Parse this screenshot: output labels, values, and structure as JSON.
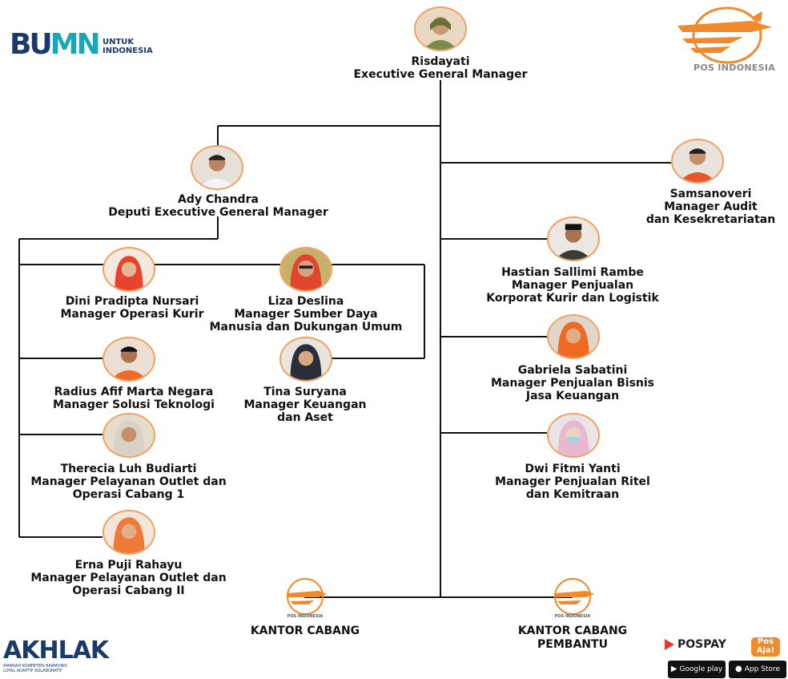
{
  "brand": {
    "bumn": {
      "prefix": "BU",
      "suffix": "MN",
      "tagline_1": "UNTUK",
      "tagline_2": "INDONESIA"
    },
    "pos_indonesia": "POS INDONESIA",
    "akhlak": {
      "title": "AKHLAK",
      "values_1": "AMANAH KOMPETEN HARMONIS",
      "values_2": "LOYAL ADAPTIF KOLABORATIF"
    },
    "pospay": "POSPAY",
    "posaja": {
      "line1": "Pos",
      "line2": "Aja!"
    },
    "google_play": "Google play",
    "app_store": "App Store"
  },
  "org": {
    "egm": {
      "name": "Risdayati",
      "title": "Executive General Manager"
    },
    "deputy": {
      "name": "Ady Chandra",
      "title": "Deputi Executive General Manager"
    },
    "dini": {
      "name": "Dini Pradipta Nursari",
      "title_1": "Manager Operasi Kurir"
    },
    "liza": {
      "name": "Liza Deslina",
      "title_1": "Manager Sumber Daya",
      "title_2": "Manusia dan Dukungan Umum"
    },
    "radius": {
      "name": "Radius Afif Marta Negara",
      "title_1": "Manager Solusi Teknologi"
    },
    "tina": {
      "name": "Tina Suryana",
      "title_1": "Manager Keuangan",
      "title_2": "dan Aset"
    },
    "therecia": {
      "name": "Therecia Luh Budiarti",
      "title_1": "Manager Pelayanan Outlet dan",
      "title_2": "Operasi Cabang 1"
    },
    "erna": {
      "name": "Erna Puji Rahayu",
      "title_1": "Manager Pelayanan Outlet dan",
      "title_2": "Operasi Cabang II"
    },
    "samsanoveri": {
      "name": "Samsanoveri",
      "title_1": "Manager Audit",
      "title_2": "dan Kesekretariatan"
    },
    "hastian": {
      "name": "Hastian Sallimi Rambe",
      "title_1": "Manager Penjualan",
      "title_2": "Korporat Kurir  dan Logistik"
    },
    "gabriela": {
      "name": "Gabriela Sabatini",
      "title_1": "Manager Penjualan Bisnis",
      "title_2": "Jasa Keuangan"
    },
    "dwi": {
      "name": "Dwi Fitmi Yanti",
      "title_1": "Manager Penjualan Ritel",
      "title_2": "dan Kemitraan"
    },
    "kantor_cabang": {
      "label": "KANTOR CABANG",
      "logo_text": "POS INDONESIA"
    },
    "kantor_pembantu": {
      "label_1": "KANTOR  CABANG",
      "label_2": "PEMBANTU",
      "logo_text": "POS INDONESIA"
    }
  },
  "colors": {
    "line": "#111111",
    "avatar_ring": "#f0a060",
    "brand_orange": "#f08a2c",
    "brand_navy": "#1b3a6b"
  }
}
